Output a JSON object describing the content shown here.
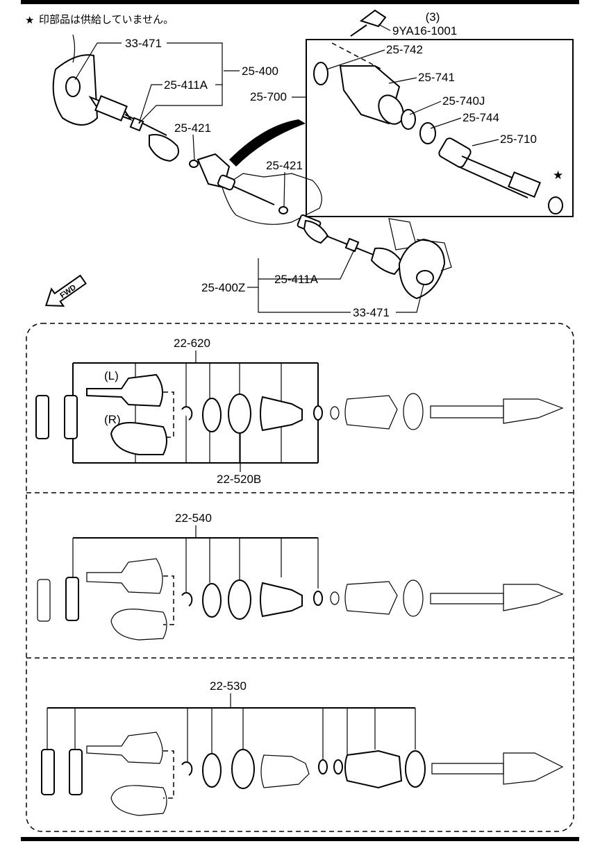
{
  "note": {
    "star": "★",
    "text": "印部品は供給していません。"
  },
  "top": {
    "bolt_qty": "(3)",
    "bolt": "9YA16-1001",
    "star_mark": "★",
    "labels": {
      "seal_left": "33-471",
      "shaft_left": "25-400",
      "joint_left": "25-411A",
      "clip_left": "25-421",
      "clip_mid": "25-421",
      "assembly": "25-700",
      "seal_box": "25-742",
      "bracket": "25-741",
      "bearing": "25-740J",
      "ring": "25-744",
      "joint_shaft": "25-710",
      "shaft_right": "25-400Z",
      "joint_right": "25-411A",
      "seal_right": "33-471"
    },
    "fwd": "FWD"
  },
  "kits": [
    {
      "id": "22-620",
      "sub": "22-520B",
      "left": "(L)",
      "right": "(R)"
    },
    {
      "id": "22-540"
    },
    {
      "id": "22-530"
    }
  ]
}
